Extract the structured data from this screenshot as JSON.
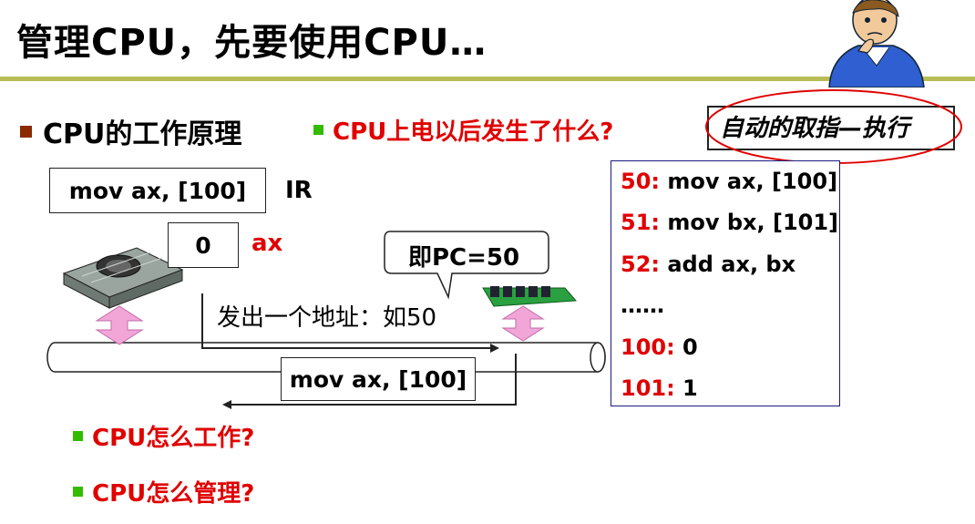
{
  "title": "管理CPU，先要使用CPU…",
  "section_heading": "CPU的工作原理",
  "question_powerup": "CPU上电以后发生了什么?",
  "auto_cycle_label": "自动的取指—执行",
  "ir_value": "mov ax, [100]",
  "ir_label": "IR",
  "ax_value": "0",
  "ax_label": "ax",
  "pc_callout": "即PC=50",
  "address_text": "发出一个地址：如50",
  "bus_data": "mov ax, [100]",
  "memory": [
    {
      "addr": "50:",
      "content": " mov ax, [100]"
    },
    {
      "addr": "51:",
      "content": " mov bx, [101]"
    },
    {
      "addr": "52:",
      "content": " add ax, bx"
    },
    {
      "addr": "",
      "content": "……"
    },
    {
      "addr": "100:",
      "content": " 0"
    },
    {
      "addr": "101:",
      "content": " 1"
    }
  ],
  "question_work": "CPU怎么工作?",
  "question_manage": "CPU怎么管理?",
  "colors": {
    "accent_red": "#e00000",
    "bullet_green": "#33bb00",
    "bullet_brown": "#8b2a00",
    "rule_olive": "#b8bd55",
    "arrow_pink": "#f2a6d8"
  }
}
